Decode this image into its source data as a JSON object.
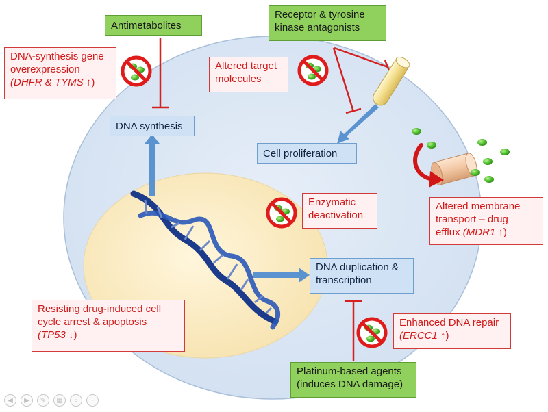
{
  "drugs": {
    "antimetabolites": "Antimetabolites",
    "receptor": [
      "Receptor & tyrosine",
      "kinase antagonists"
    ],
    "platinum": [
      "Platinum-based agents",
      "(induces DNA damage)"
    ]
  },
  "mechanisms": {
    "dna_synthesis_gene": {
      "lines": [
        "DNA-synthesis gene",
        "overexpression"
      ],
      "gene": "(DHFR & TYMS",
      "arrow": "↑",
      "close": ")"
    },
    "altered_target": [
      "Altered target",
      "molecules"
    ],
    "enzymatic": [
      "Enzymatic",
      "deactivation"
    ],
    "membrane": {
      "lines": [
        "Altered membrane",
        "transport – drug"
      ],
      "prefix": "efflux ",
      "gene": "(MDR1",
      "arrow": "↑",
      "close": ")"
    },
    "resisting": {
      "lines": [
        "Resisting drug-induced cell",
        "cycle arrest & apoptosis"
      ],
      "gene": "(TP53",
      "arrow": "↓",
      "close": ")"
    },
    "dna_repair": {
      "lines": [
        "Enhanced DNA repair"
      ],
      "gene": "(ERCC1",
      "arrow": "↑",
      "close": ")"
    }
  },
  "targets": {
    "dna_synthesis": "DNA synthesis",
    "cell_proliferation": "Cell proliferation",
    "dna_duplication": [
      "DNA duplication &",
      "transcription"
    ]
  },
  "nav_icons": [
    "back-icon",
    "forward-icon",
    "pen-icon",
    "slides-icon",
    "zoom-icon",
    "more-icon"
  ],
  "colors": {
    "cell": "#dbe7f5",
    "cell_border": "#9eb6d2",
    "nucleus": "#fdeec4",
    "drug_box": "#8fd15c",
    "mechanism_text": "#d01a1a",
    "inhibit_line": "#d42020",
    "flow_arrow": "#5a93cf",
    "pill": "#5cc83a",
    "dna": "#1c3b8a"
  }
}
